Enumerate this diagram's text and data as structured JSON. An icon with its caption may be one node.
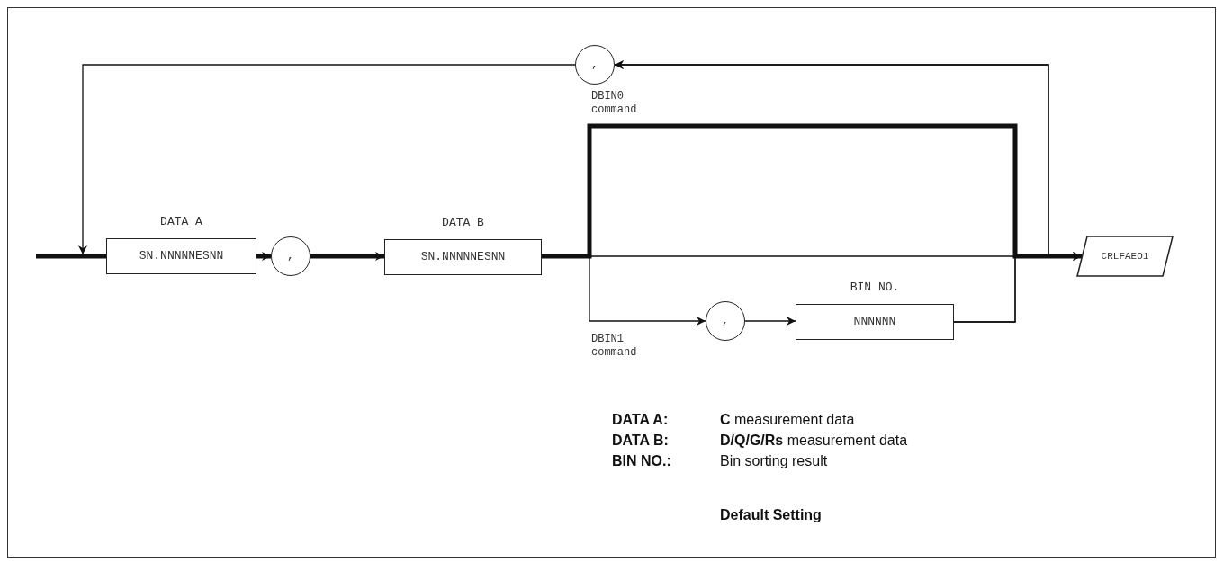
{
  "diagram": {
    "nodes": [
      {
        "text": [
          "DATA A",
          "SN.NNNNNESNN"
        ]
      },
      {
        "text": [
          ","
        ]
      },
      {
        "text": [
          "DATA B",
          "SN.NNNNNESNN"
        ]
      },
      {
        "text": [
          ","
        ]
      },
      {
        "text": [
          "BIN NO.",
          "NNNNNN"
        ]
      },
      {
        "text": [
          "CRLFAEO1"
        ]
      },
      {
        "text": [
          ","
        ]
      }
    ],
    "edges": [
      {
        "from": null,
        "to": 0,
        "arrow": "none",
        "style": "thick"
      },
      {
        "from": 0,
        "to": 1,
        "arrow": "to",
        "style": "thick"
      },
      {
        "from": 1,
        "to": 2,
        "arrow": "to",
        "style": "thick"
      },
      {
        "from": 2,
        "to": 5,
        "arrow": "to",
        "style": "thick",
        "label": "DBIN0 command"
      },
      {
        "from": 2,
        "to": 3,
        "arrow": "to",
        "label": "DBIN1 command"
      },
      {
        "from": 3,
        "to": 4,
        "arrow": "to"
      },
      {
        "from": 4,
        "to": 5,
        "arrow": "to"
      },
      {
        "from": 2,
        "to": 6,
        "arrow": "to"
      },
      {
        "from": 4,
        "to": 6,
        "arrow": "to"
      },
      {
        "from": 6,
        "to": 0,
        "arrow": "to"
      }
    ],
    "labels": [
      "DATA A:",
      "**C** measurement data",
      "DATA B:",
      "**D/Q/G/Rs** measurement data",
      "BIN NO.:",
      "Bin sorting result",
      "Default Setting"
    ]
  }
}
